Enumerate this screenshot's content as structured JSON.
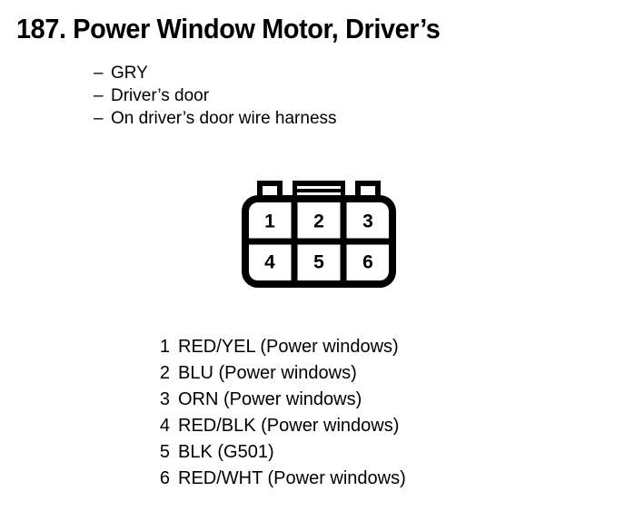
{
  "title": "187. Power Window Motor, Driver’s",
  "attributes": {
    "dash": "–",
    "items": [
      "GRY",
      "Driver’s door",
      "On driver’s door wire harness"
    ]
  },
  "connector": {
    "name": "6-pin connector",
    "rows": 2,
    "columns": 3,
    "cavity_labels": [
      [
        "1",
        "2",
        "3"
      ],
      [
        "4",
        "5",
        "6"
      ]
    ],
    "outline_color": "#000000",
    "fill_color": "#ffffff"
  },
  "pin_legend": [
    {
      "pin": "1",
      "description": "RED/YEL (Power windows)"
    },
    {
      "pin": "2",
      "description": "BLU (Power windows)"
    },
    {
      "pin": "3",
      "description": "ORN (Power windows)"
    },
    {
      "pin": "4",
      "description": "RED/BLK (Power windows)"
    },
    {
      "pin": "5",
      "description": "BLK (G501)"
    },
    {
      "pin": "6",
      "description": "RED/WHT (Power windows)"
    }
  ]
}
